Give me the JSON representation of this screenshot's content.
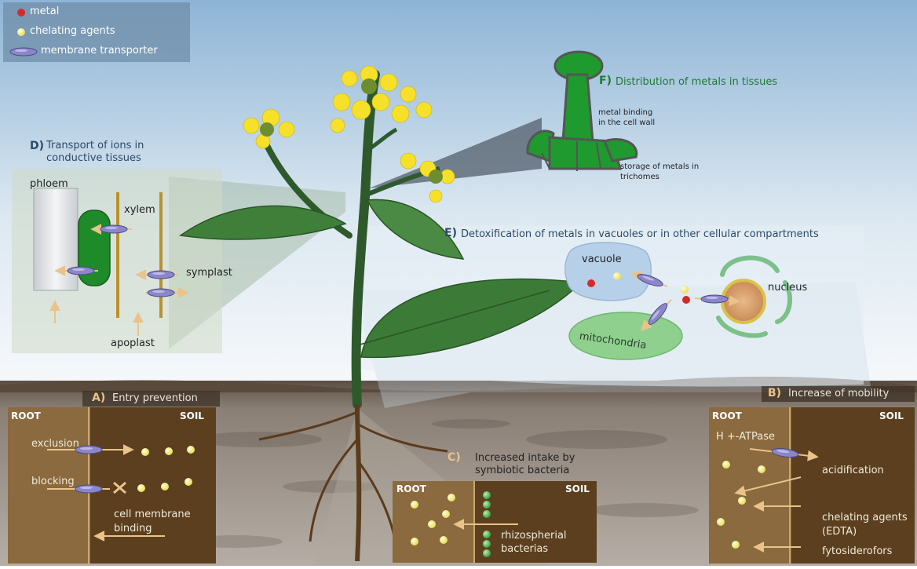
{
  "legend": {
    "metal": "metal",
    "chelating_agents": "chelating agents",
    "membrane_transporter": "membrane transporter"
  },
  "panels": {
    "A": {
      "letter": "A)",
      "title": "Entry prevention",
      "root": "ROOT",
      "soil": "SOIL",
      "exclusion": "exclusion",
      "blocking": "blocking",
      "binding_line1": "cell membrane",
      "binding_line2": "binding"
    },
    "B": {
      "letter": "B)",
      "title": "Increase of mobility",
      "root": "ROOT",
      "soil": "SOIL",
      "atpase": "H +-ATPase",
      "acidification": "acidification",
      "chelating_line1": "chelating agents",
      "chelating_line2": "(EDTA)",
      "fytosiderofors": "fytosiderofors"
    },
    "C": {
      "letter": "C)",
      "title_line1": "Increased intake by",
      "title_line2": "symbiotic bacteria",
      "root": "ROOT",
      "soil": "SOIL",
      "bacteria_line1": "rhizospherial",
      "bacteria_line2": "bacterias"
    },
    "D": {
      "letter": "D)",
      "title_line1": "Transport of ions in",
      "title_line2": "conductive tissues",
      "phloem": "phloem",
      "xylem": "xylem",
      "symplast": "symplast",
      "apoplast": "apoplast"
    },
    "E": {
      "letter": "E)",
      "title": "Detoxification of metals in vacuoles or in other cellular compartments",
      "vacuole": "vacuole",
      "nucleus": "nucleus",
      "mitochondria": "mitochondria"
    },
    "F": {
      "letter": "F)",
      "title": "Distribution of metals in tissues",
      "wall_line1": "metal  binding",
      "wall_line2": "in the cell wall",
      "storage_line1": "storage of metals in",
      "storage_line2": "trichomes"
    }
  },
  "colors": {
    "metal": "#d42a2a",
    "chelator": "#f3ee7a",
    "transporter": "#8a86c8",
    "root_box": "#8a6a3e",
    "soil_box": "#5b3f1f",
    "leaf": "#3f7f3a",
    "flower": "#f6e02a"
  }
}
